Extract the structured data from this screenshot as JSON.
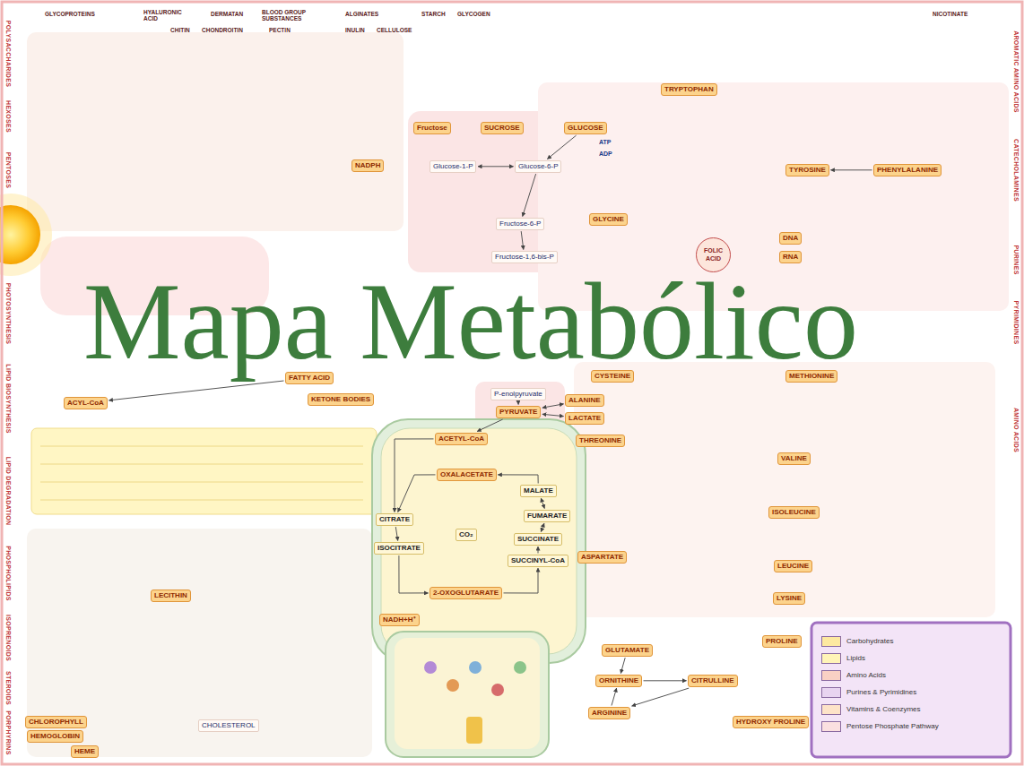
{
  "diagram": {
    "title": "Mapa Metabólico",
    "nodes": [
      {
        "text": [
          "Fructose"
        ]
      },
      {
        "text": [
          "SUCROSE"
        ]
      },
      {
        "text": [
          "GLUCOSE"
        ]
      },
      {
        "text": [
          "TRYPTOPHAN"
        ]
      },
      {
        "text": [
          "NADPH"
        ]
      },
      {
        "text": [
          "Glucose-1-P"
        ]
      },
      {
        "text": [
          "Glucose-6-P"
        ]
      },
      {
        "text": [
          "TYROSINE"
        ]
      },
      {
        "text": [
          "PHENYLALANINE"
        ]
      },
      {
        "text": [
          "GLYCINE"
        ]
      },
      {
        "text": [
          "Fructose-6-P"
        ]
      },
      {
        "text": [
          "DNA"
        ]
      },
      {
        "text": [
          "Fructose-1,6-bis-P"
        ]
      },
      {
        "text": [
          "FOLIC ACID"
        ]
      },
      {
        "text": [
          "RNA"
        ]
      },
      {
        "text": [
          "FATTY ACID"
        ]
      },
      {
        "text": [
          "CYSTEINE"
        ]
      },
      {
        "text": [
          "METHIONINE"
        ]
      },
      {
        "text": [
          "P-enolpyruvate"
        ]
      },
      {
        "text": [
          "KETONE BODIES"
        ]
      },
      {
        "text": [
          "ACYL-CoA"
        ]
      },
      {
        "text": [
          "ALANINE"
        ]
      },
      {
        "text": [
          "PYRUVATE"
        ]
      },
      {
        "text": [
          "LACTATE"
        ]
      },
      {
        "text": [
          "THREONINE"
        ]
      },
      {
        "text": [
          "ACETYL-CoA"
        ]
      },
      {
        "text": [
          "VALINE"
        ]
      },
      {
        "text": [
          "OXALACETATE"
        ]
      },
      {
        "text": [
          "MALATE"
        ]
      },
      {
        "text": [
          "CITRATE"
        ]
      },
      {
        "text": [
          "FUMARATE"
        ]
      },
      {
        "text": [
          "ISOLEUCINE"
        ]
      },
      {
        "text": [
          "CO₂"
        ]
      },
      {
        "text": [
          "SUCCINATE"
        ]
      },
      {
        "text": [
          "ISOCITRATE"
        ]
      },
      {
        "text": [
          "ASPARTATE"
        ]
      },
      {
        "text": [
          "SUCCINYL-CoA"
        ]
      },
      {
        "text": [
          "LEUCINE"
        ]
      },
      {
        "text": [
          "2-OXOGLUTARATE"
        ]
      },
      {
        "text": [
          "LECITHIN"
        ]
      },
      {
        "text": [
          "LYSINE"
        ]
      },
      {
        "text": [
          "NADH+H⁺"
        ]
      },
      {
        "text": [
          "PROLINE"
        ]
      },
      {
        "text": [
          "GLUTAMATE"
        ]
      },
      {
        "text": [
          "ORNITHINE"
        ]
      },
      {
        "text": [
          "CITRULLINE"
        ]
      },
      {
        "text": [
          "ARGININE"
        ]
      },
      {
        "text": [
          "HYDROXY PROLINE"
        ]
      },
      {
        "text": [
          "CHLOROPHYLL"
        ]
      },
      {
        "text": [
          "HEMOGLOBIN"
        ]
      },
      {
        "text": [
          "HEME"
        ]
      },
      {
        "text": [
          "CHOLESTEROL"
        ]
      }
    ],
    "edges": [
      {
        "from": 2,
        "to": 6,
        "arrow": "to"
      },
      {
        "from": 5,
        "to": 6,
        "arrow": "both"
      },
      {
        "from": 6,
        "to": 10,
        "arrow": "to"
      },
      {
        "from": 10,
        "to": 12,
        "arrow": "to"
      },
      {
        "from": 8,
        "to": 7,
        "arrow": "to"
      },
      {
        "from": 18,
        "to": 22,
        "arrow": "to"
      },
      {
        "from": 22,
        "to": 25,
        "arrow": "to"
      },
      {
        "from": 22,
        "to": 21,
        "arrow": "both"
      },
      {
        "from": 22,
        "to": 23,
        "arrow": "both"
      },
      {
        "from": 25,
        "to": 29,
        "arrow": "to"
      },
      {
        "from": 27,
        "to": 29,
        "arrow": "to"
      },
      {
        "from": 29,
        "to": 34,
        "arrow": "to"
      },
      {
        "from": 34,
        "to": 38,
        "arrow": "to"
      },
      {
        "from": 38,
        "to": 36,
        "arrow": "to"
      },
      {
        "from": 36,
        "to": 33,
        "arrow": "to"
      },
      {
        "from": 33,
        "to": 30,
        "arrow": "both"
      },
      {
        "from": 30,
        "to": 28,
        "arrow": "both"
      },
      {
        "from": 28,
        "to": 27,
        "arrow": "to"
      },
      {
        "from": 15,
        "to": 20,
        "arrow": "to"
      },
      {
        "from": 43,
        "to": 44,
        "arrow": "to"
      },
      {
        "from": 44,
        "to": 45,
        "arrow": "to"
      },
      {
        "from": 45,
        "to": 46,
        "arrow": "to"
      },
      {
        "from": 46,
        "to": 44,
        "arrow": "to"
      }
    ],
    "labels": [
      "GLYCOPROTEINS",
      "HYALURONIC ACID",
      "DERMATAN",
      "BLOOD GROUP SUBSTANCES",
      "ALGINATES",
      "STARCH",
      "GLYCOGEN",
      "CHITIN",
      "CHONDROITIN",
      "PECTIN",
      "INULIN",
      "CELLULOSE",
      "NICOTINATE",
      "ATP",
      "ADP",
      "POLYSACCHARIDES",
      "HEXOSES",
      "PENTOSES",
      "PHOTOSYNTHESIS",
      "LIPID BIOSYNTHESIS",
      "LIPID DEGRADATION",
      "PHOSPHOLIPIDS",
      "ISOPRENOIDS",
      "STEROIDS",
      "PORPHYRINS",
      "AROMATIC AMINO ACIDS",
      "CATECHOLAMINES",
      "PURINES",
      "PYRIMIDINES",
      "AMINO ACIDS"
    ],
    "legend": [
      {
        "text": "Carbohydrates",
        "color": "#fde9a0"
      },
      {
        "text": "Lipids",
        "color": "#fff4b8"
      },
      {
        "text": "Amino Acids",
        "color": "#f9d0c4"
      },
      {
        "text": "Purines & Pyrimidines",
        "color": "#e8d4f0"
      },
      {
        "text": "Vitamins & Coenzymes",
        "color": "#fde3c8"
      },
      {
        "text": "Pentose Phosphate Pathway",
        "color": "#fbe0e0"
      }
    ]
  }
}
